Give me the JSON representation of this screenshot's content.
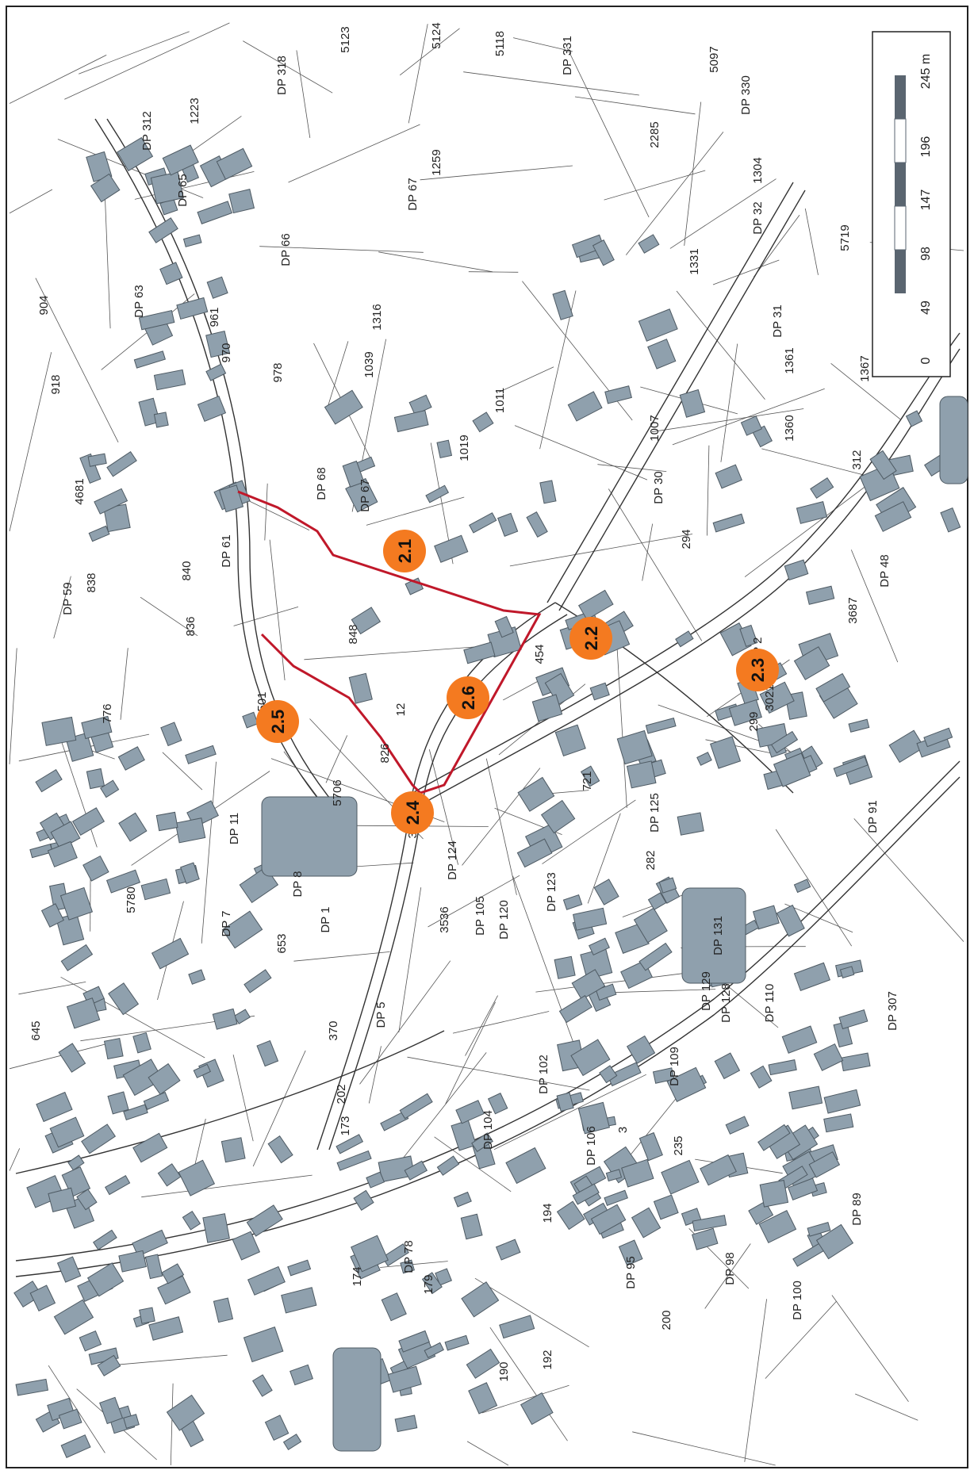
{
  "map": {
    "parcel_labels": [
      {
        "text": "5123",
        "rot": -90
      },
      {
        "text": "5124",
        "rot": -90
      },
      {
        "text": "5118",
        "rot": -90
      },
      {
        "text": "DP 331",
        "rot": -90
      },
      {
        "text": "5097",
        "rot": -90
      },
      {
        "text": "DP 330",
        "rot": -90
      },
      {
        "text": "DP 318",
        "rot": -90
      },
      {
        "text": "1223",
        "rot": -90
      },
      {
        "text": "DP 312",
        "rot": -90
      },
      {
        "text": "DP 65",
        "rot": -90
      },
      {
        "text": "2285",
        "rot": -90
      },
      {
        "text": "1259",
        "rot": -90
      },
      {
        "text": "DP 67",
        "rot": -90
      },
      {
        "text": "DP 66",
        "rot": -90
      },
      {
        "text": "DP 32",
        "rot": -90
      },
      {
        "text": "1304",
        "rot": -90
      },
      {
        "text": "5719",
        "rot": -90
      },
      {
        "text": "1331",
        "rot": -90
      },
      {
        "text": "1316",
        "rot": -90
      },
      {
        "text": "904",
        "rot": -90
      },
      {
        "text": "DP 63",
        "rot": -90
      },
      {
        "text": "961",
        "rot": -90
      },
      {
        "text": "970",
        "rot": -90
      },
      {
        "text": "978",
        "rot": -90
      },
      {
        "text": "918",
        "rot": -90
      },
      {
        "text": "1039",
        "rot": -90
      },
      {
        "text": "DP 31",
        "rot": -90
      },
      {
        "text": "1361",
        "rot": -90
      },
      {
        "text": "1367",
        "rot": -90
      },
      {
        "text": "1011",
        "rot": -90
      },
      {
        "text": "1007",
        "rot": -90
      },
      {
        "text": "1360",
        "rot": -90
      },
      {
        "text": "DP 30",
        "rot": -90
      },
      {
        "text": "1019",
        "rot": -90
      },
      {
        "text": "DP 68",
        "rot": -90
      },
      {
        "text": "DP 67",
        "rot": -90
      },
      {
        "text": "4681",
        "rot": -90
      },
      {
        "text": "312",
        "rot": -90
      },
      {
        "text": "294",
        "rot": -90
      },
      {
        "text": "DP 61",
        "rot": -90
      },
      {
        "text": "838",
        "rot": -90
      },
      {
        "text": "840",
        "rot": -90
      },
      {
        "text": "DP 59",
        "rot": -90
      },
      {
        "text": "836",
        "rot": -90
      },
      {
        "text": "848",
        "rot": -90
      },
      {
        "text": "3687",
        "rot": -90
      },
      {
        "text": "DP 48",
        "rot": -90
      },
      {
        "text": "454",
        "rot": -90
      },
      {
        "text": "DP 2",
        "rot": -90
      },
      {
        "text": "3021",
        "rot": -90
      },
      {
        "text": "299",
        "rot": -90
      },
      {
        "text": "501",
        "rot": -90
      },
      {
        "text": "12",
        "rot": -90
      },
      {
        "text": "776",
        "rot": -90
      },
      {
        "text": "826",
        "rot": -90
      },
      {
        "text": "721",
        "rot": -90
      },
      {
        "text": "5706",
        "rot": -90
      },
      {
        "text": "DP 125",
        "rot": -90
      },
      {
        "text": "DP 91",
        "rot": -90
      },
      {
        "text": "DP 11",
        "rot": -90
      },
      {
        "text": "317",
        "rot": -90
      },
      {
        "text": "DP 124",
        "rot": -90
      },
      {
        "text": "282",
        "rot": -90
      },
      {
        "text": "DP 8",
        "rot": -90
      },
      {
        "text": "5780",
        "rot": -90
      },
      {
        "text": "DP 123",
        "rot": -90
      },
      {
        "text": "DP 1",
        "rot": -90
      },
      {
        "text": "DP 7",
        "rot": -90
      },
      {
        "text": "653",
        "rot": -90
      },
      {
        "text": "3536",
        "rot": -90
      },
      {
        "text": "DP 120",
        "rot": -90
      },
      {
        "text": "DP 105",
        "rot": -90
      },
      {
        "text": "DP 131",
        "rot": -90
      },
      {
        "text": "DP 129",
        "rot": -90
      },
      {
        "text": "DP 128",
        "rot": -90
      },
      {
        "text": "DP 110",
        "rot": -90
      },
      {
        "text": "DP 307",
        "rot": -90
      },
      {
        "text": "DP 5",
        "rot": -90
      },
      {
        "text": "370",
        "rot": -90
      },
      {
        "text": "645",
        "rot": -90
      },
      {
        "text": "202",
        "rot": -90
      },
      {
        "text": "DP 102",
        "rot": -90
      },
      {
        "text": "DP 109",
        "rot": -90
      },
      {
        "text": "173",
        "rot": -90
      },
      {
        "text": "DP 104",
        "rot": -90
      },
      {
        "text": "DP 106",
        "rot": -90
      },
      {
        "text": "3",
        "rot": -90
      },
      {
        "text": "235",
        "rot": -90
      },
      {
        "text": "194",
        "rot": -90
      },
      {
        "text": "DP 89",
        "rot": -90
      },
      {
        "text": "DP 78",
        "rot": -90
      },
      {
        "text": "174",
        "rot": -90
      },
      {
        "text": "179",
        "rot": -90
      },
      {
        "text": "DP 95",
        "rot": -90
      },
      {
        "text": "DP 98",
        "rot": -90
      },
      {
        "text": "200",
        "rot": -90
      },
      {
        "text": "DP 100",
        "rot": -90
      },
      {
        "text": "190",
        "rot": -90
      },
      {
        "text": "192",
        "rot": -90
      }
    ],
    "markers": [
      {
        "label": "2.1"
      },
      {
        "label": "2.2"
      },
      {
        "label": "2.3"
      },
      {
        "label": "2.4"
      },
      {
        "label": "2.5"
      },
      {
        "label": "2.6"
      }
    ],
    "boundary_color": "#c0182a",
    "marker_color": "#f47a20",
    "building_color": "#8fa0ad"
  },
  "scale_bar": {
    "ticks": [
      "0",
      "49",
      "98",
      "147",
      "196",
      "245 m"
    ]
  }
}
